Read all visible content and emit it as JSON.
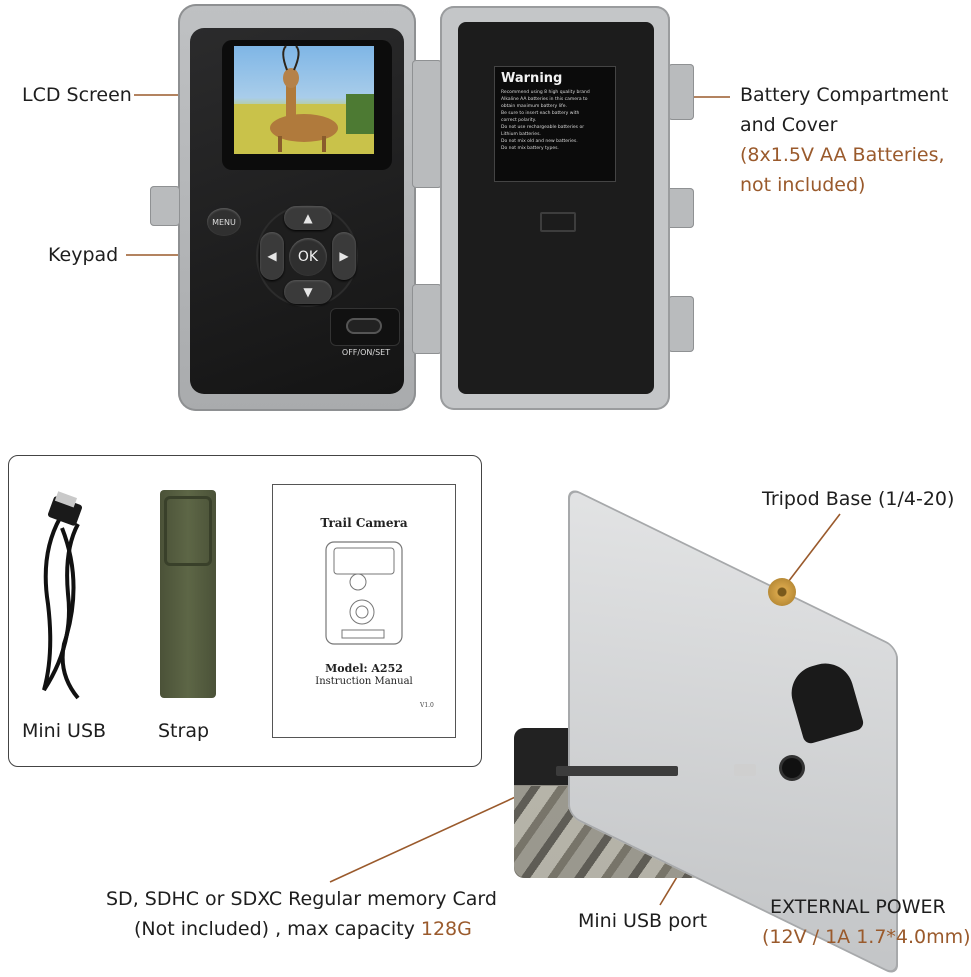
{
  "callouts": {
    "lcd_screen": "LCD Screen",
    "keypad": "Keypad",
    "battery_line1": "Battery Compartment",
    "battery_line2": "and Cover",
    "battery_note1": "(8x1.5V AA Batteries,",
    "battery_note2": "not included)",
    "tripod": "Tripod Base (1/4-20)",
    "card_line1": "SD, SDHC or SDXC Regular memory Card",
    "card_line2_prefix": "(Not included) , max capacity ",
    "card_capacity": "128G",
    "mini_usb_port": "Mini USB port",
    "external_power": "EXTERNAL POWER",
    "external_power_spec": "(12V / 1A 1.7*4.0mm)"
  },
  "camera_front": {
    "menu_key": "MENU",
    "ok_key": "OK",
    "switch_label": "OFF/ON/SET"
  },
  "battery_cover": {
    "warning_title": "Warning",
    "warning_lines": [
      "Recommend using 8 high quality brand",
      "Alkaline AA batteries in this camera to",
      "obtain maximum battery life.",
      "Be sure to insert each battery with",
      "correct polarity.",
      "Do not use rechargeable batteries or",
      "Lithium batteries.",
      "Do not mix old and new batteries.",
      "Do not mix battery types."
    ]
  },
  "accessories": {
    "mini_usb": "Mini USB",
    "strap": "Strap",
    "manual_title": "Trail Camera",
    "manual_model": "Model: A252",
    "manual_subtitle": "Instruction Manual",
    "manual_version": "V1.0"
  },
  "colors": {
    "accent": "#9a5a2c",
    "leader_line": "#9a5a2c",
    "text": "#1e1e1e"
  }
}
